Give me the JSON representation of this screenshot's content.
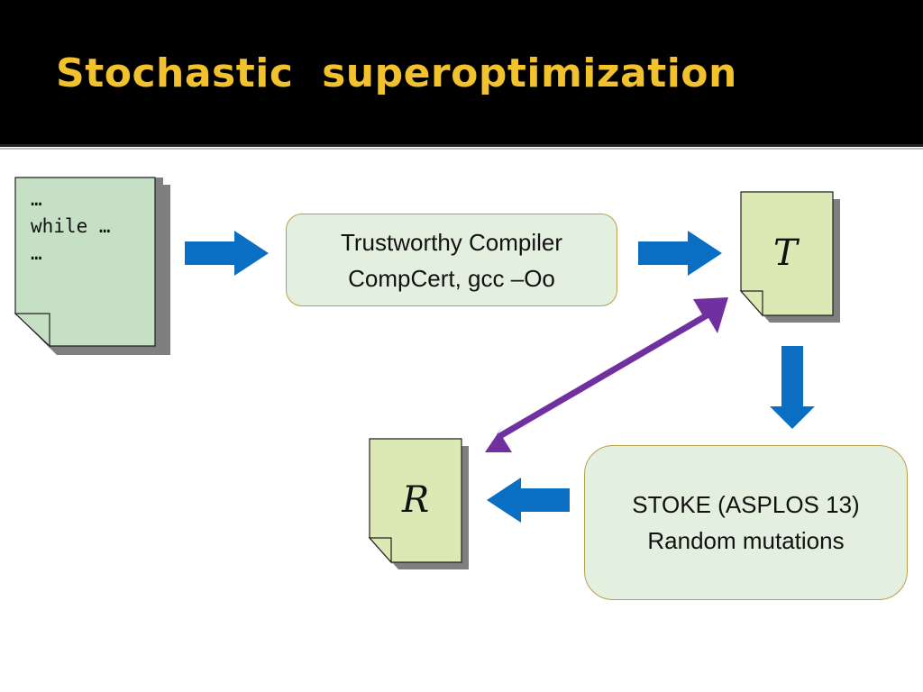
{
  "slide": {
    "title": "Stochastic  superoptimization"
  },
  "source_doc": {
    "lines": [
      "…",
      "while …",
      "…"
    ]
  },
  "compiler_box": {
    "line1": "Trustworthy Compiler",
    "line2": "CompCert, gcc –Oo"
  },
  "doc_t": {
    "label": "T"
  },
  "doc_r": {
    "label": "R"
  },
  "stoke_box": {
    "line1": "STOKE (ASPLOS 13)",
    "line2": "Random mutations"
  },
  "colors": {
    "title_text": "#f2c12e",
    "title_background": "#000000",
    "arrow_blue": "#0a6fc2",
    "arrow_purple": "#7030a0",
    "source_doc_fill": "#c5e0c5",
    "output_doc_fill": "#dde9b5",
    "box_fill": "#e3f0df",
    "box_border": "#b8a04a"
  }
}
